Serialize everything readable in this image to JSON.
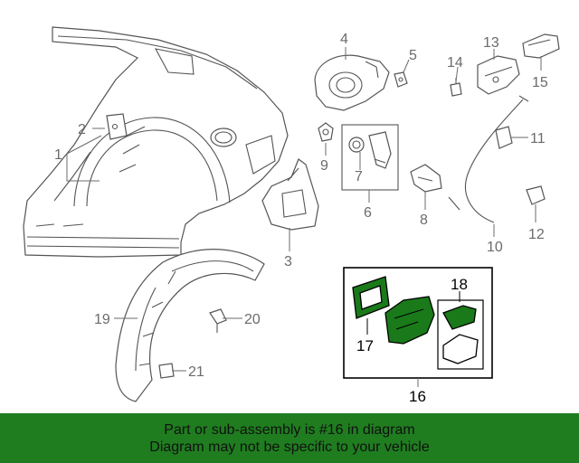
{
  "colors": {
    "highlight": "#1a7a1a",
    "banner": "#1f7d1f",
    "part_stroke": "#555555",
    "label": "#6b6b6b"
  },
  "callouts": {
    "n1": "1",
    "n2": "2",
    "n3": "3",
    "n4": "4",
    "n5": "5",
    "n6": "6",
    "n7": "7",
    "n8": "8",
    "n9": "9",
    "n10": "10",
    "n11": "11",
    "n12": "12",
    "n13": "13",
    "n14": "14",
    "n15": "15",
    "n16": "16",
    "n17": "17",
    "n18": "18",
    "n19": "19",
    "n20": "20",
    "n21": "21"
  },
  "banner": {
    "line1": "Part or sub-assembly is #16 in diagram",
    "line2": "Diagram may not be specific to your vehicle"
  }
}
